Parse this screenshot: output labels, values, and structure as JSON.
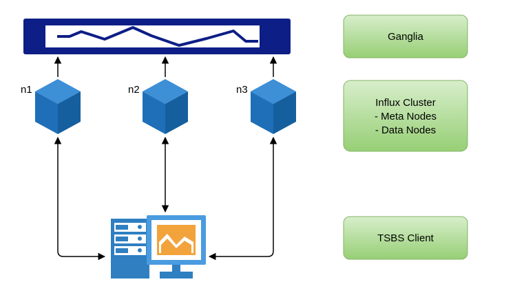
{
  "nodes": [
    {
      "id": "n1",
      "label": "n1"
    },
    {
      "id": "n2",
      "label": "n2"
    },
    {
      "id": "n3",
      "label": "n3"
    }
  ],
  "legend": {
    "ganglia": {
      "lines": [
        "Ganglia"
      ]
    },
    "influx": {
      "lines": [
        "Influx Cluster",
        "- Meta Nodes",
        "- Data Nodes"
      ]
    },
    "tsbs": {
      "lines": [
        "TSBS Client"
      ]
    }
  },
  "icons": {
    "monitor_banner": "ganglia-monitor-icon",
    "node": "cube-node-icon",
    "client": "workstation-icon"
  },
  "colors": {
    "banner_blue": "#0d1e86",
    "cube_top": "#3d8fd6",
    "cube_left": "#1f6fb8",
    "cube_right": "#155f9e",
    "legend_fill_top": "#d7eecb",
    "legend_fill_bottom": "#97cf75",
    "legend_stroke": "#82b366",
    "client_blue": "#2f7fc1",
    "client_light": "#4a9be0",
    "chart_orange": "#f2a33b"
  }
}
